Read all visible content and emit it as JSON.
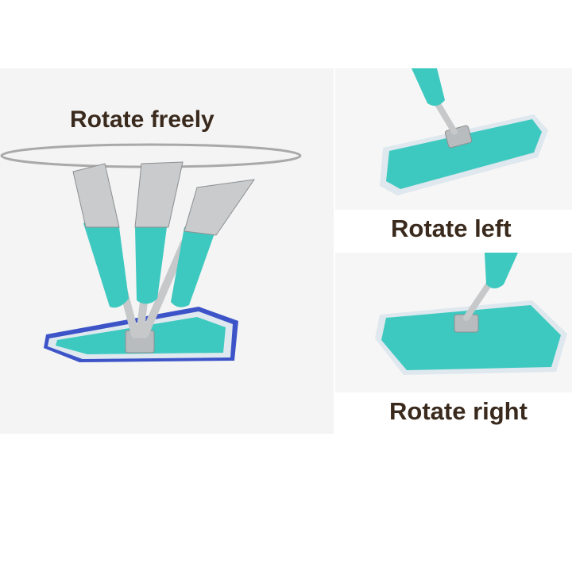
{
  "captions": {
    "rotate_freely": "Rotate freely",
    "rotate_left": "Rotate left",
    "rotate_right": "Rotate right"
  },
  "colors": {
    "mop_teal": "#3ec9c0",
    "mop_teal_dark": "#2aa59d",
    "pad_edge": "#dfe8ee",
    "pad_blue": "#3d54c9",
    "metal": "#b9bcbe",
    "caption_text": "#3a2a1d",
    "background": "#ffffff"
  }
}
